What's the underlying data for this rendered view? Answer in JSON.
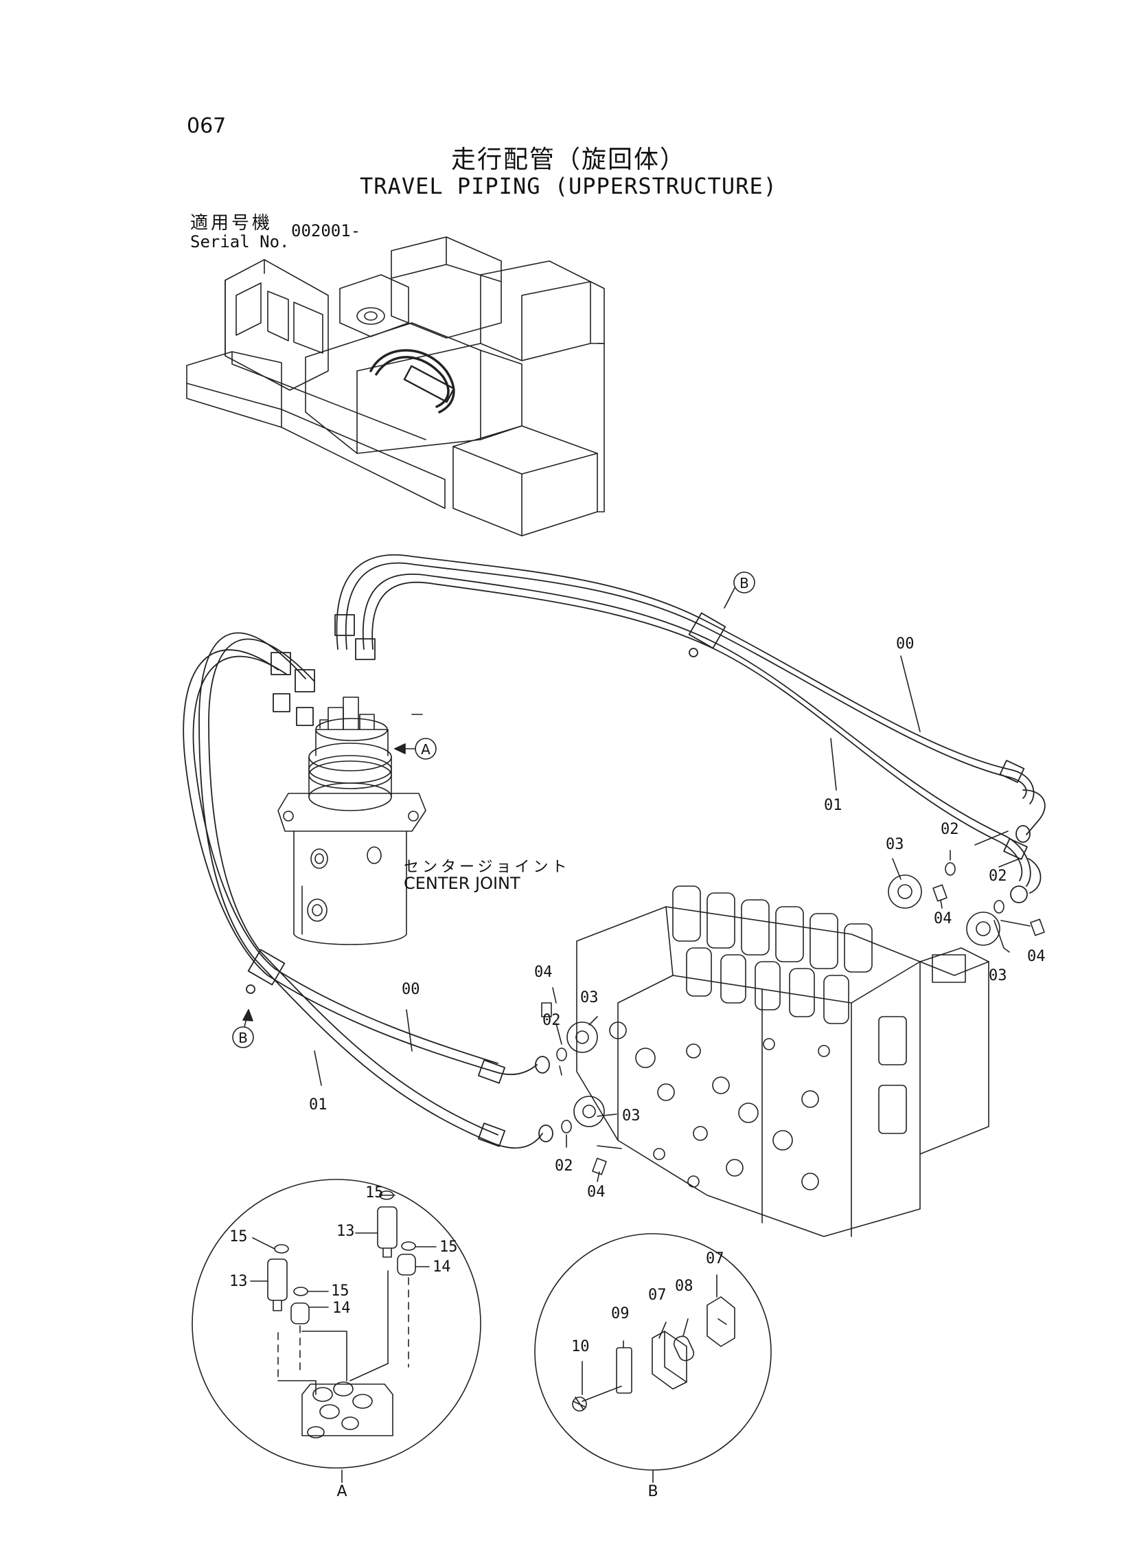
{
  "page_number": "067",
  "title_jp": "走行配管（旋回体）",
  "title_en": "TRAVEL PIPING (UPPERSTRUCTURE)",
  "serial": {
    "label_jp": "適用号機",
    "label_en": "Serial No.",
    "value": "002001-"
  },
  "component": {
    "name_jp": "センタージョイント",
    "name_en": "CENTER JOINT"
  },
  "callouts": {
    "a": "A",
    "b": "B"
  },
  "detail_labels": {
    "a": "A",
    "b": "B"
  },
  "part_numbers": [
    {
      "id": "p00a",
      "text": "00"
    },
    {
      "id": "p01a",
      "text": "01"
    },
    {
      "id": "p00b",
      "text": "00"
    },
    {
      "id": "p01b",
      "text": "01"
    },
    {
      "id": "p03a",
      "text": "03"
    },
    {
      "id": "p02a",
      "text": "02"
    },
    {
      "id": "p04a",
      "text": "04"
    },
    {
      "id": "p02b",
      "text": "02"
    },
    {
      "id": "p03b",
      "text": "03"
    },
    {
      "id": "p04b",
      "text": "04"
    },
    {
      "id": "p04c",
      "text": "04"
    },
    {
      "id": "p02c",
      "text": "02"
    },
    {
      "id": "p03c",
      "text": "03"
    },
    {
      "id": "p03d",
      "text": "03"
    },
    {
      "id": "p02d",
      "text": "02"
    },
    {
      "id": "p04d",
      "text": "04"
    },
    {
      "id": "p15a",
      "text": "15"
    },
    {
      "id": "p13a",
      "text": "13"
    },
    {
      "id": "p15b",
      "text": "15"
    },
    {
      "id": "p15c",
      "text": "15"
    },
    {
      "id": "p14a",
      "text": "14"
    },
    {
      "id": "p13b",
      "text": "13"
    },
    {
      "id": "p15d",
      "text": "15"
    },
    {
      "id": "p14b",
      "text": "14"
    },
    {
      "id": "p07a",
      "text": "07"
    },
    {
      "id": "p08",
      "text": "08"
    },
    {
      "id": "p07b",
      "text": "07"
    },
    {
      "id": "p09",
      "text": "09"
    },
    {
      "id": "p10",
      "text": "10"
    }
  ]
}
